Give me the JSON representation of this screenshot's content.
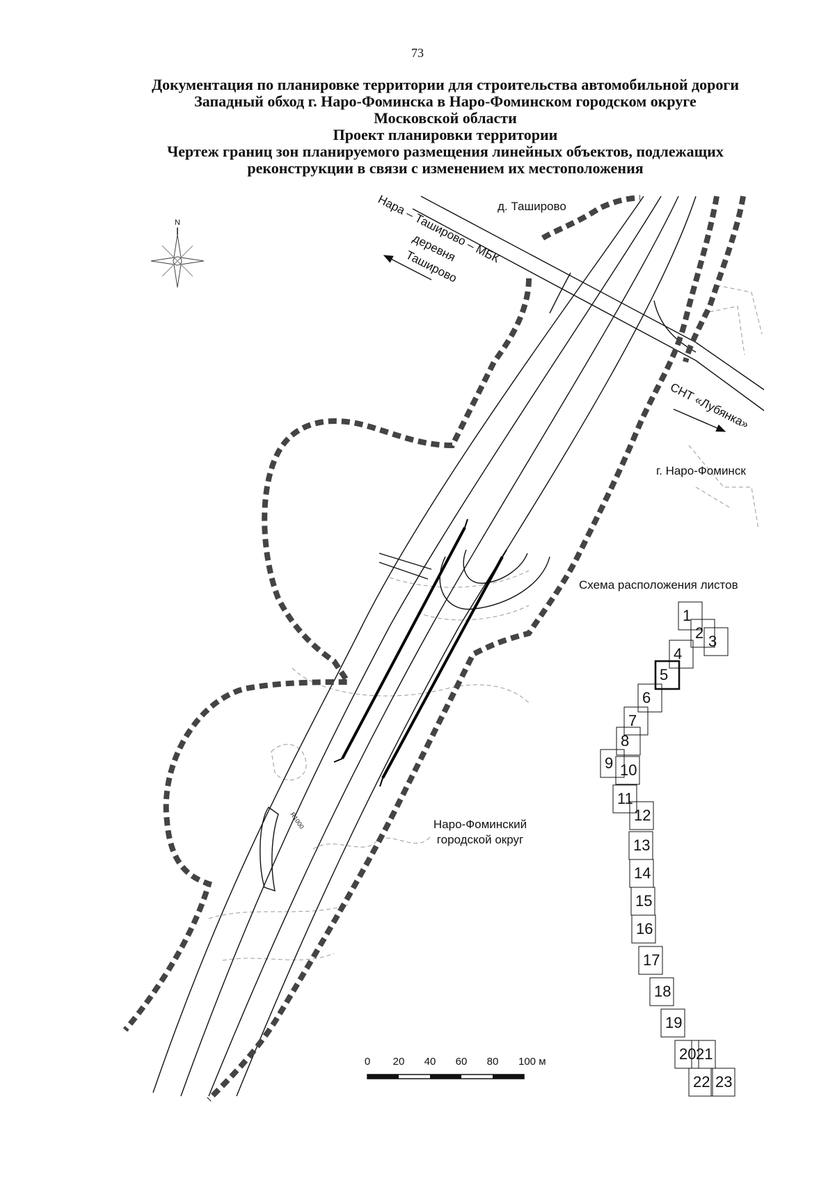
{
  "page_number": "73",
  "header": {
    "lines": [
      "Документация по планировке территории для строительства автомобильной дороги",
      "Западный обход г. Наро-Фоминска в Наро-Фоминском городском округе",
      "Московской области",
      "Проект планировки территории",
      "Чертеж границ зон планируемого размещения линейных объектов, подлежащих",
      "реконструкции в связи с изменением их местоположения"
    ]
  },
  "map": {
    "compass_label": "N",
    "labels": {
      "tashirovo": "д. Таширово",
      "road_name": "Нара – Таширово – МБК",
      "village_dir_1": "деревня",
      "village_dir_2": "Таширово",
      "snt": "СНТ «Лубянка»",
      "naro_fominsk": "г. Наро-Фоминск",
      "district_1": "Наро-Фоминский",
      "district_2": "городской округ",
      "radius": "R1000"
    },
    "scale_bar": {
      "ticks": [
        "0",
        "20",
        "40",
        "60",
        "80",
        "100 м"
      ]
    },
    "sheet_scheme": {
      "title": "Схема расположения листов",
      "sheets": [
        "1",
        "2",
        "3",
        "4",
        "5",
        "6",
        "7",
        "8",
        "9",
        "10",
        "11",
        "12",
        "13",
        "14",
        "15",
        "16",
        "17",
        "18",
        "19",
        "20",
        "21",
        "22",
        "23"
      ],
      "highlighted_sheet": "5"
    },
    "colors": {
      "ink": "#111111",
      "boundary": "#444444",
      "faint": "#9a9a9a"
    }
  }
}
